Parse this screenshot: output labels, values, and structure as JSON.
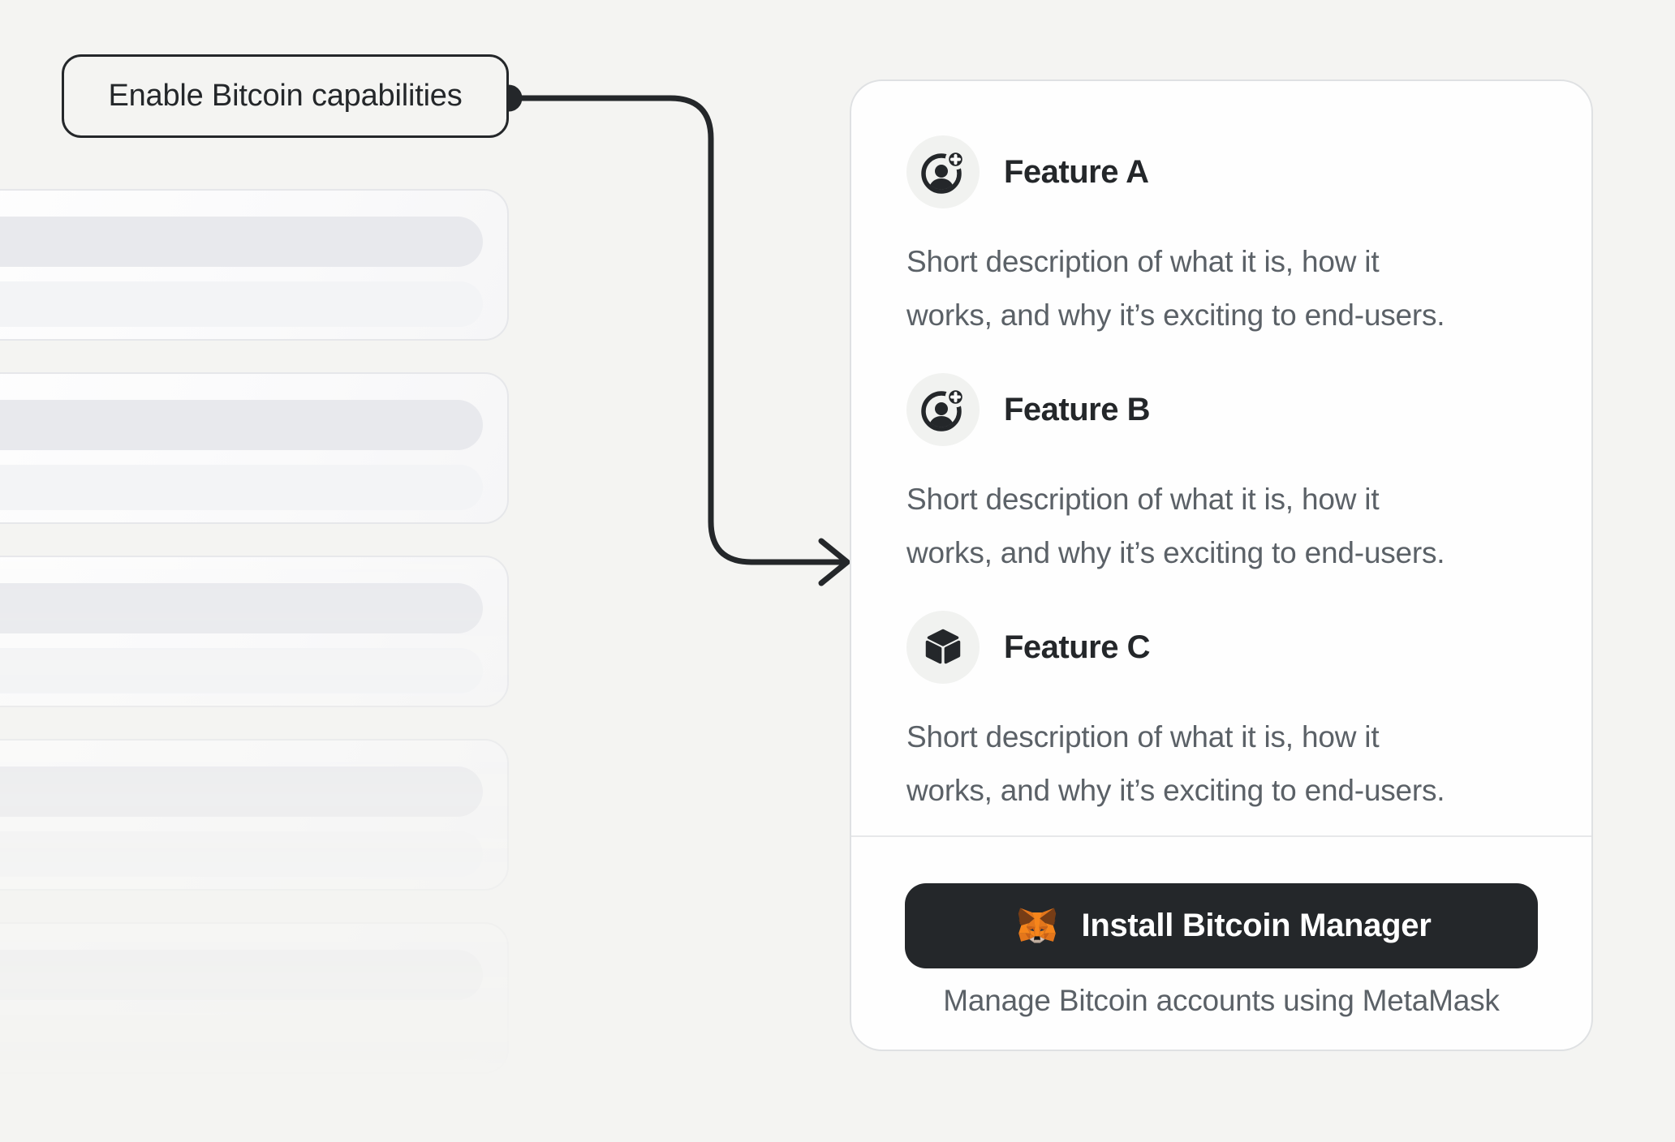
{
  "colors": {
    "background": "#f4f4f2",
    "ink": "#24272a",
    "muted_text": "#5b6167",
    "card_background": "#fefefe",
    "card_border": "#dfe1e3",
    "divider": "#e7e8ea",
    "icon_circle_background": "#f1f2f0",
    "button_background": "#24272a",
    "button_text": "#ffffff",
    "pill_dark": "#e8e9ed",
    "pill_light": "#f3f4f6",
    "skeleton_border": "#e6e7ea"
  },
  "callout": {
    "label": "Enable Bitcoin capabilities"
  },
  "feature_card": {
    "features": [
      {
        "icon": "account-plus-icon",
        "label": "Feature A",
        "description": "Short description of what it is, how it\nworks, and why it’s exciting to end-users."
      },
      {
        "icon": "account-plus-icon",
        "label": "Feature B",
        "description": "Short description of what it is, how it\nworks, and why it’s exciting to end-users."
      },
      {
        "icon": "cube-icon",
        "label": "Feature C",
        "description": "Short description of what it is, how it\nworks, and why it’s exciting to end-users."
      }
    ],
    "footer": {
      "install_button": {
        "icon": "metamask-fox-icon",
        "label": "Install Bitcoin Manager"
      },
      "caption": "Manage Bitcoin accounts using MetaMask"
    }
  }
}
